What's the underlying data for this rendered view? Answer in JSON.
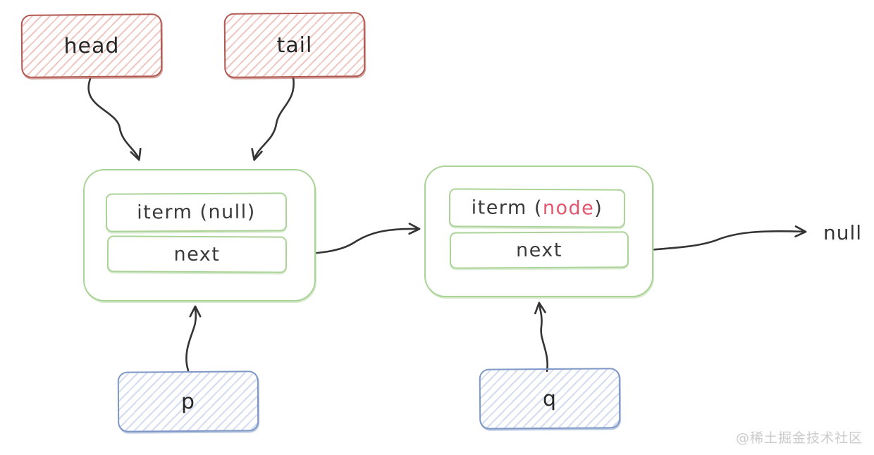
{
  "pointers": {
    "head": {
      "label": "head"
    },
    "tail": {
      "label": "tail"
    },
    "p": {
      "label": "p"
    },
    "q": {
      "label": "q"
    }
  },
  "nodes": [
    {
      "item_prefix": "iterm (",
      "item_value": "null",
      "item_suffix": ")",
      "item_value_color": "#3a3a3a",
      "next_label": "next"
    },
    {
      "item_prefix": "iterm (",
      "item_value": "node",
      "item_suffix": ")",
      "item_value_color": "#e4566e",
      "next_label": "next"
    }
  ],
  "terminal": {
    "null_label": "null"
  },
  "watermark": "@稀土掘金技术社区",
  "colors": {
    "red_pointer_border": "#b0574f",
    "green_node_border": "#abd398",
    "blue_pointer_border": "#7e97c7",
    "ink": "#343434",
    "item_value_highlight": "#e4566e",
    "watermark_gray": "#cbcbcb"
  }
}
